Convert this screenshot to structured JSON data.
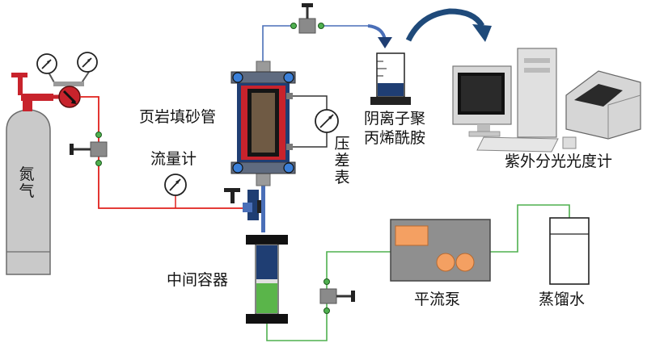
{
  "labels": {
    "nitrogen_cylinder": "氮气",
    "sand_pack_tube": "页岩填砂管",
    "flow_meter": "流量计",
    "differential_pressure_gauge": "压差表",
    "polymer_line1": "阴离子聚",
    "polymer_line2": "丙烯酰胺",
    "spectrophotometer": "紫外分光光度计",
    "intermediate_container": "中间容器",
    "constant_flow_pump": "平流泵",
    "distilled_water": "蒸馏水"
  },
  "colors": {
    "gas_line": "#e0201c",
    "liquid_line": "#4fb04f",
    "outlet_line": "#4a6fb8",
    "valve_gray": "#7a7a7a",
    "tube_blue": "#1f3e73",
    "tube_red": "#c8232c",
    "polymer_fill": "#1f3e73",
    "water_fill": "#5ab54a",
    "pump_orange": "#f4a062",
    "pump_body": "#8f8f8f",
    "arrow_blue": "#1f4a7a"
  }
}
